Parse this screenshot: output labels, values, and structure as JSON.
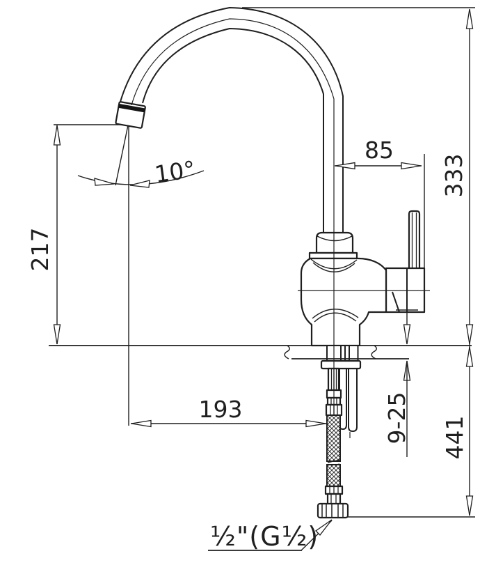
{
  "drawing": {
    "background": "#ffffff",
    "line_color": "#1f1f1f",
    "dim_labels": {
      "spout_tip_height": "217",
      "spout_angle": "10°",
      "spout_to_handle": "85",
      "overall_height": "333",
      "horizontal_reach": "193",
      "deck_thickness_range": "9-25",
      "hose_drop": "441",
      "thread_label": "½\"(G½)"
    }
  }
}
